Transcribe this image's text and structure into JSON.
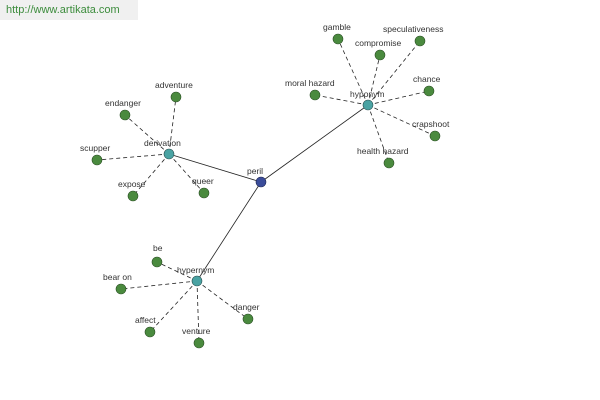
{
  "watermark": "http://www.artikata.com",
  "graph": {
    "root": {
      "id": "peril",
      "label": "peril"
    },
    "hubs": [
      {
        "id": "hyponym",
        "label": "hyponym"
      },
      {
        "id": "derivation",
        "label": "derivation"
      },
      {
        "id": "hypernym",
        "label": "hypernym"
      }
    ],
    "leaves": {
      "hyponym": [
        "gamble",
        "speculativeness",
        "compromise",
        "moral hazard",
        "chance",
        "crapshoot",
        "health hazard"
      ],
      "derivation": [
        "adventure",
        "endanger",
        "scupper",
        "expose",
        "queer"
      ],
      "hypernym": [
        "be",
        "bear on",
        "affect",
        "venture",
        "danger"
      ]
    }
  }
}
